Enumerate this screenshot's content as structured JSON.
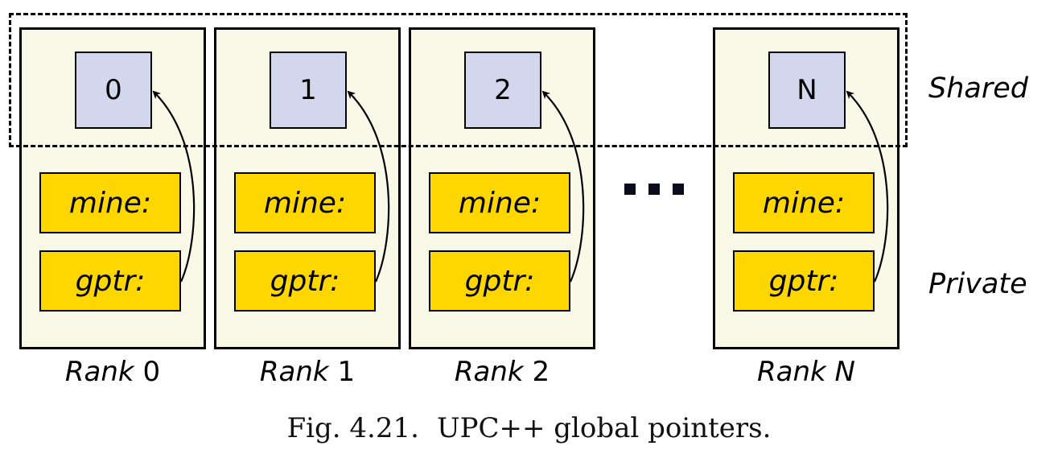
{
  "regions": {
    "shared": "Shared",
    "private": "Private"
  },
  "ranks": [
    {
      "word": "Rank",
      "id": "0",
      "shared_value": "0",
      "mine": "mine:",
      "gptr": "gptr:"
    },
    {
      "word": "Rank",
      "id": "1",
      "shared_value": "1",
      "mine": "mine:",
      "gptr": "gptr:"
    },
    {
      "word": "Rank",
      "id": "2",
      "shared_value": "2",
      "mine": "mine:",
      "gptr": "gptr:"
    },
    {
      "word": "Rank",
      "id": "N",
      "shared_value": "N",
      "mine": "mine:",
      "gptr": "gptr:"
    }
  ],
  "caption": {
    "number": "Fig. 4.21.",
    "text": "UPC++ global pointers."
  },
  "colors": {
    "shared_cell": "#d3d7ed",
    "private_var": "#ffd700",
    "rank_bg": "#f9f9e8"
  }
}
